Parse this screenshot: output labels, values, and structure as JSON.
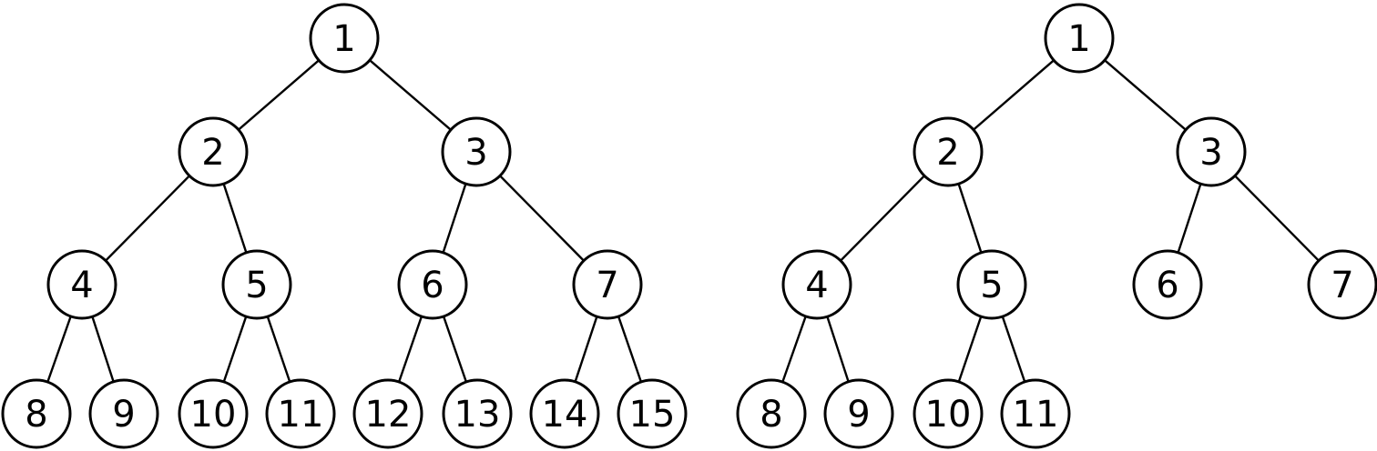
{
  "colors": {
    "stroke": "#000000",
    "fill": "#ffffff",
    "text": "#000000"
  },
  "trees": [
    {
      "name": "full-binary-tree",
      "nodes": [
        {
          "id": "t1-n1",
          "label": "1"
        },
        {
          "id": "t1-n2",
          "label": "2"
        },
        {
          "id": "t1-n3",
          "label": "3"
        },
        {
          "id": "t1-n4",
          "label": "4"
        },
        {
          "id": "t1-n5",
          "label": "5"
        },
        {
          "id": "t1-n6",
          "label": "6"
        },
        {
          "id": "t1-n7",
          "label": "7"
        },
        {
          "id": "t1-n8",
          "label": "8"
        },
        {
          "id": "t1-n9",
          "label": "9"
        },
        {
          "id": "t1-n10",
          "label": "10"
        },
        {
          "id": "t1-n11",
          "label": "11"
        },
        {
          "id": "t1-n12",
          "label": "12"
        },
        {
          "id": "t1-n13",
          "label": "13"
        },
        {
          "id": "t1-n14",
          "label": "14"
        },
        {
          "id": "t1-n15",
          "label": "15"
        }
      ],
      "edges": [
        [
          "t1-n1",
          "t1-n2"
        ],
        [
          "t1-n1",
          "t1-n3"
        ],
        [
          "t1-n2",
          "t1-n4"
        ],
        [
          "t1-n2",
          "t1-n5"
        ],
        [
          "t1-n3",
          "t1-n6"
        ],
        [
          "t1-n3",
          "t1-n7"
        ],
        [
          "t1-n4",
          "t1-n8"
        ],
        [
          "t1-n4",
          "t1-n9"
        ],
        [
          "t1-n5",
          "t1-n10"
        ],
        [
          "t1-n5",
          "t1-n11"
        ],
        [
          "t1-n6",
          "t1-n12"
        ],
        [
          "t1-n6",
          "t1-n13"
        ],
        [
          "t1-n7",
          "t1-n14"
        ],
        [
          "t1-n7",
          "t1-n15"
        ]
      ]
    },
    {
      "name": "complete-binary-tree",
      "nodes": [
        {
          "id": "t2-n1",
          "label": "1"
        },
        {
          "id": "t2-n2",
          "label": "2"
        },
        {
          "id": "t2-n3",
          "label": "3"
        },
        {
          "id": "t2-n4",
          "label": "4"
        },
        {
          "id": "t2-n5",
          "label": "5"
        },
        {
          "id": "t2-n6",
          "label": "6"
        },
        {
          "id": "t2-n7",
          "label": "7"
        },
        {
          "id": "t2-n8",
          "label": "8"
        },
        {
          "id": "t2-n9",
          "label": "9"
        },
        {
          "id": "t2-n10",
          "label": "10"
        },
        {
          "id": "t2-n11",
          "label": "11"
        }
      ],
      "edges": [
        [
          "t2-n1",
          "t2-n2"
        ],
        [
          "t2-n1",
          "t2-n3"
        ],
        [
          "t2-n2",
          "t2-n4"
        ],
        [
          "t2-n2",
          "t2-n5"
        ],
        [
          "t2-n3",
          "t2-n6"
        ],
        [
          "t2-n3",
          "t2-n7"
        ],
        [
          "t2-n4",
          "t2-n8"
        ],
        [
          "t2-n4",
          "t2-n9"
        ],
        [
          "t2-n5",
          "t2-n10"
        ],
        [
          "t2-n5",
          "t2-n11"
        ]
      ]
    }
  ]
}
